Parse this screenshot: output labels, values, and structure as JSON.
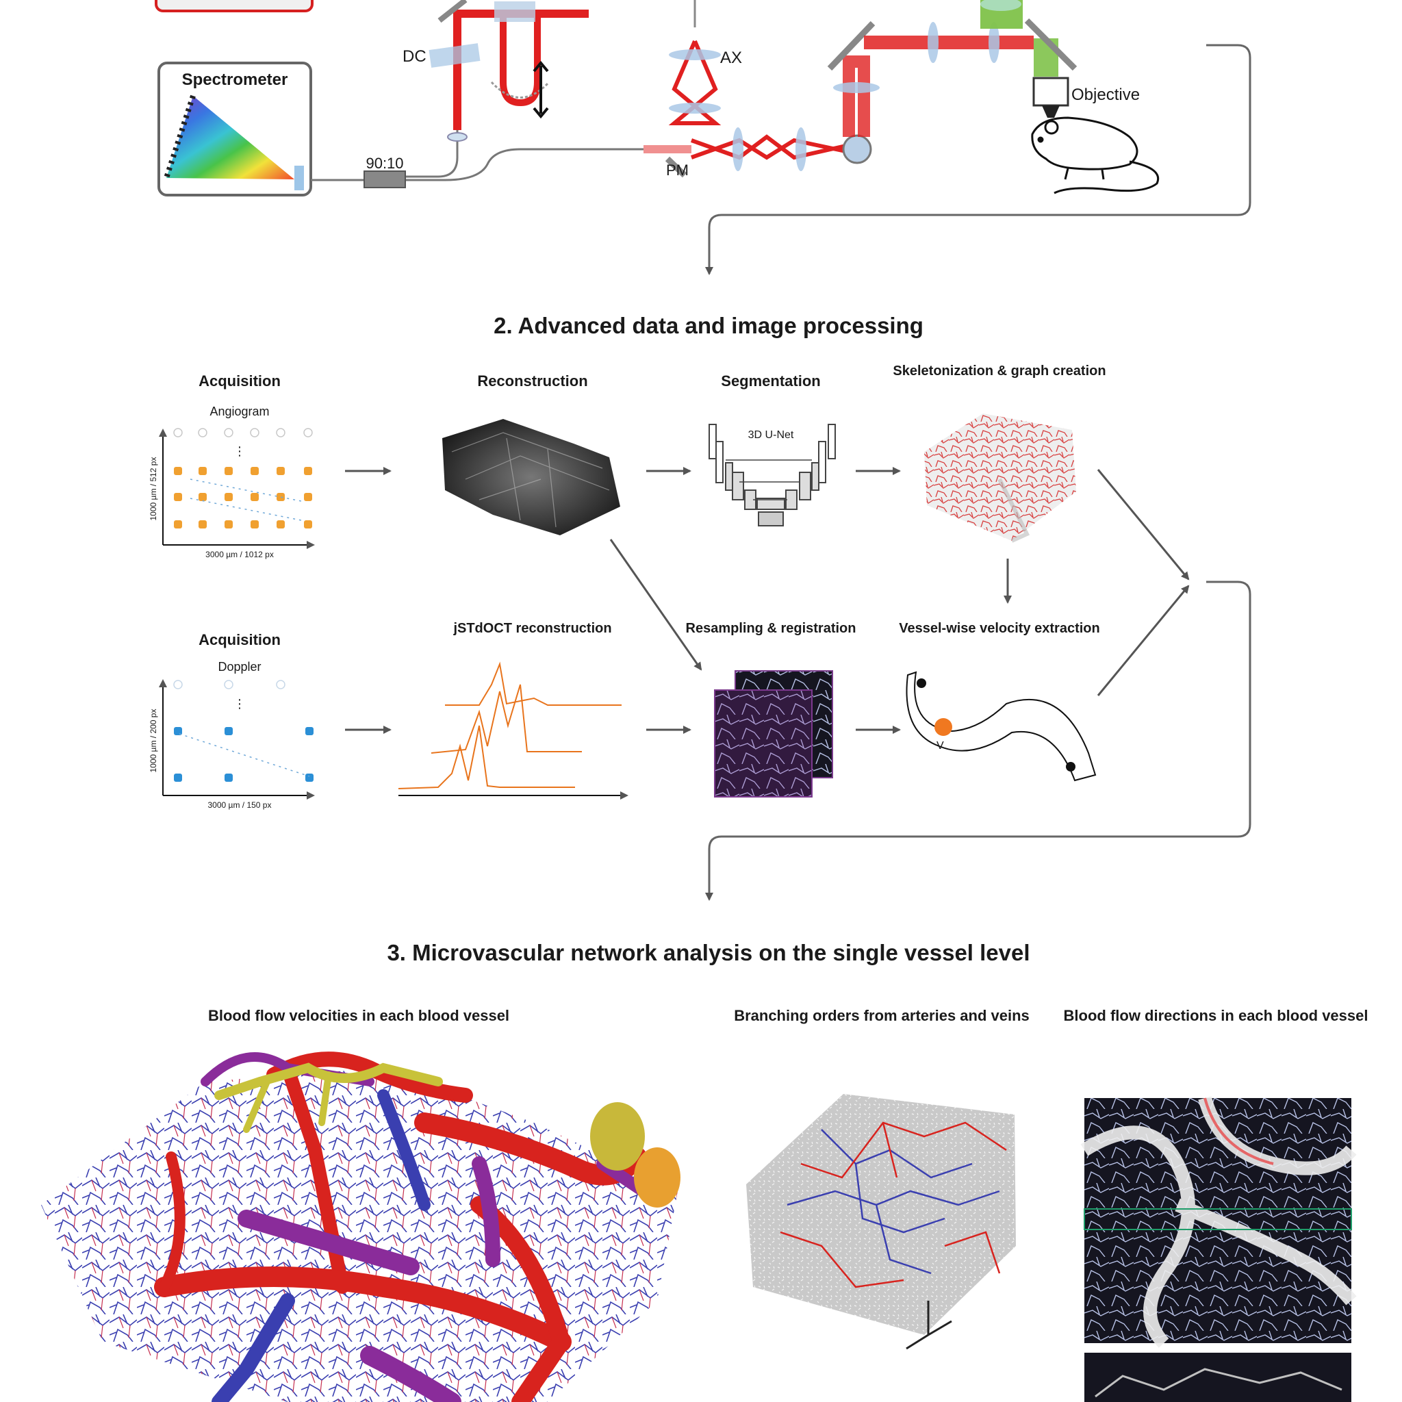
{
  "setup": {
    "spectrometer_label": "Spectrometer",
    "coupler_label": "90:10",
    "dc_label": "DC",
    "ax_label": "AX",
    "pm_label": "PM",
    "objective_label": "Objective",
    "beam_color": "#e02020"
  },
  "section2": {
    "title": "2. Advanced data and image processing",
    "acquisition1": {
      "label": "Acquisition",
      "sublabel": "Angiogram",
      "sublabel_color": "#f0a030",
      "ylabel": "1000 µm / 512 px",
      "xlabel": "3000 µm / 1012 px"
    },
    "reconstruction_label": "Reconstruction",
    "segmentation": {
      "label": "Segmentation",
      "net_label": "3D U-Net"
    },
    "skeleton_label": "Skeletonization & graph creation",
    "acquisition2": {
      "label": "Acquisition",
      "sublabel": "Doppler",
      "sublabel_color": "#2b8fd6",
      "ylabel": "1000 µm / 200 px",
      "xlabel": "3000 µm / 150 px"
    },
    "jstdoct_label": "jSTdOCT reconstruction",
    "resampling_label": "Resampling & registration",
    "velocity": {
      "label": "Vessel-wise velocity extraction",
      "v_label": "V"
    }
  },
  "section3": {
    "title": "3. Microvascular network analysis on the single vessel level",
    "panel1_title": "Blood flow velocities in each blood vessel",
    "panel2_title": "Branching orders from arteries and veins",
    "panel3_title": "Blood flow directions in each blood vessel"
  },
  "colors": {
    "artery": "#d8231e",
    "vein": "#3a3fb0",
    "mix": "#8a2c9a",
    "yellow": "#c8c23a",
    "orange": "#f0a030",
    "blue_dot": "#2b8fd6"
  }
}
